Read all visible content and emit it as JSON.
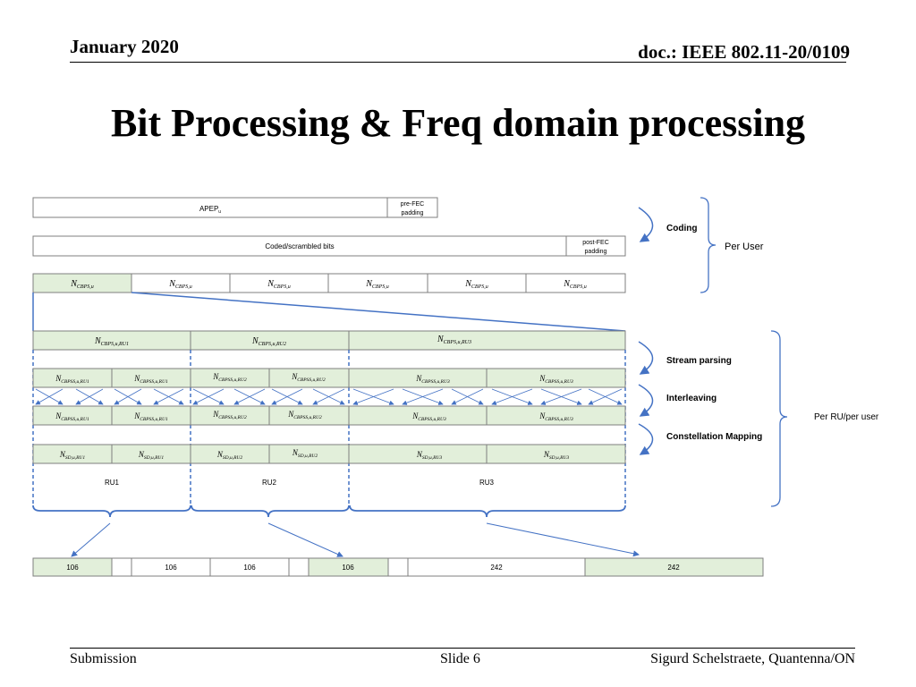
{
  "header": {
    "date": "January 2020",
    "doc": "doc.: IEEE 802.11-20/0109"
  },
  "title": "Bit Processing & Freq domain processing",
  "footer": {
    "left": "Submission",
    "center": "Slide 6",
    "right": "Sigurd Schelstraete, Quantenna/ON"
  },
  "diagram": {
    "row1": {
      "apep": "APEP",
      "apep_sub": "u",
      "pre_fec_1": "pre-FEC",
      "pre_fec_2": "padding"
    },
    "row2": {
      "coded": "Coded/scrambled bits",
      "post_fec_1": "post-FEC",
      "post_fec_2": "padding"
    },
    "ncbps": {
      "main": "N",
      "sub": "CBPS,u"
    },
    "ru_cbps": [
      {
        "main": "N",
        "sub": "CBPS,u,RU1"
      },
      {
        "main": "N",
        "sub": "CBPS,u,RU2"
      },
      {
        "main": "N",
        "sub": "CBPS,u,RU3"
      }
    ],
    "ss_row": [
      {
        "main": "N",
        "sub": "CBPSS,u,RU1"
      },
      {
        "main": "N",
        "sub": "CBPSS,u,RU1"
      },
      {
        "main": "N",
        "sub": "CBPSS,u,RU2"
      },
      {
        "main": "N",
        "sub": "CBPSS,u,RU2"
      },
      {
        "main": "N",
        "sub": "CBPSS,u,RU3"
      },
      {
        "main": "N",
        "sub": "CBPSS,u,RU3"
      }
    ],
    "sd_row": [
      {
        "main": "N",
        "sub": "SD,u,RU1"
      },
      {
        "main": "N",
        "sub": "SD,u,RU1"
      },
      {
        "main": "N",
        "sub": "SD,u,RU2"
      },
      {
        "main": "N",
        "sub": "SD,u,RU2"
      },
      {
        "main": "N",
        "sub": "SD,u,RU3"
      },
      {
        "main": "N",
        "sub": "SD,u,RU3"
      }
    ],
    "ru_labels": [
      "RU1",
      "RU2",
      "RU3"
    ],
    "bottom_row": [
      "106",
      "106",
      "106",
      "106",
      "242",
      "242"
    ],
    "stage_labels": {
      "coding": "Coding",
      "per_user": "Per User",
      "stream_parsing": "Stream parsing",
      "interleaving": "Interleaving",
      "constellation_mapping": "Constellation Mapping",
      "per_ru": "Per RU/per user"
    },
    "colors": {
      "green_fill": "#e2efda",
      "blue": "#4472c4",
      "border": "#7f7f7f"
    }
  }
}
